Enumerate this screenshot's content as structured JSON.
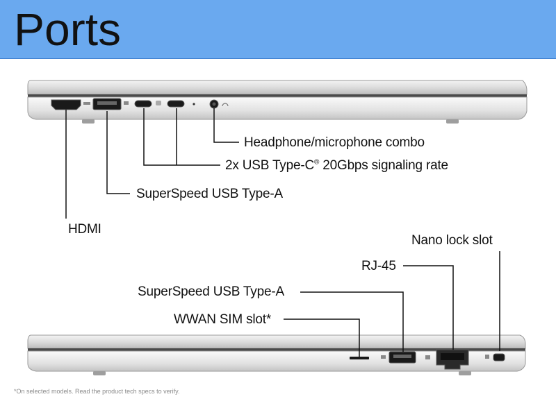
{
  "header": {
    "title": "Ports"
  },
  "colors": {
    "header_bg": "#6aa9ef",
    "laptop_silver": "#d9d9d9"
  },
  "top_view": {
    "labels": {
      "headphone": "Headphone/microphone combo",
      "usb_c_prefix": "2x USB Type-C",
      "usb_c_reg": "®",
      "usb_c_suffix": " 20Gbps signaling rate",
      "usb_a": "SuperSpeed USB Type-A",
      "hdmi": "HDMI"
    }
  },
  "bottom_view": {
    "labels": {
      "nano_lock": "Nano lock slot",
      "rj45": "RJ-45",
      "usb_a": "SuperSpeed USB Type-A",
      "wwan": "WWAN SIM slot*"
    }
  },
  "footnote": "*On selected models. Read the product tech specs to verify."
}
